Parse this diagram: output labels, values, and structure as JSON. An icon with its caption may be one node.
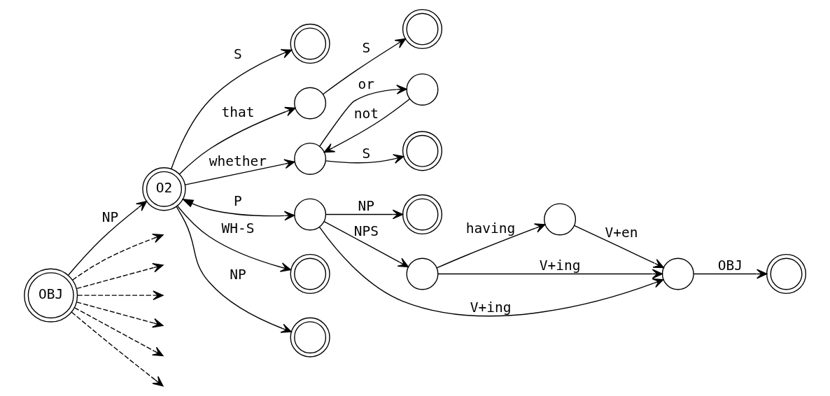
{
  "diagram": {
    "nodes": [
      {
        "text": [
          "OBJ"
        ]
      },
      {
        "text": [
          "O2"
        ]
      },
      {
        "text": [],
        "shape": "doublecircle"
      },
      {
        "text": [],
        "shape": "circle"
      },
      {
        "text": [],
        "shape": "doublecircle"
      },
      {
        "text": [],
        "shape": "circle"
      },
      {
        "text": [],
        "shape": "circle"
      },
      {
        "text": [],
        "shape": "doublecircle"
      },
      {
        "text": [],
        "shape": "circle"
      },
      {
        "text": [],
        "shape": "doublecircle"
      },
      {
        "text": [],
        "shape": "circle"
      },
      {
        "text": [],
        "shape": "circle"
      },
      {
        "text": [],
        "shape": "circle"
      },
      {
        "text": [],
        "shape": "doublecircle"
      },
      {
        "text": [],
        "shape": "doublecircle"
      },
      {
        "text": [],
        "shape": "doublecircle"
      }
    ],
    "edges": [
      {
        "from": 0,
        "to": null,
        "arrow": "to",
        "style": "dashed"
      },
      {
        "from": 0,
        "to": null,
        "arrow": "to",
        "style": "dashed"
      },
      {
        "from": 0,
        "to": null,
        "arrow": "to",
        "style": "dashed"
      },
      {
        "from": 0,
        "to": 1,
        "arrow": "to",
        "label": "NP"
      },
      {
        "from": 0,
        "to": null,
        "arrow": "to",
        "style": "dashed"
      },
      {
        "from": 0,
        "to": null,
        "arrow": "to",
        "style": "dashed"
      },
      {
        "from": 0,
        "to": null,
        "arrow": "to",
        "style": "dashed"
      },
      {
        "from": 1,
        "to": 2,
        "arrow": "to",
        "label": "S"
      },
      {
        "from": 1,
        "to": 3,
        "arrow": "to",
        "label": "that"
      },
      {
        "from": 3,
        "to": 4,
        "arrow": "to",
        "label": "S"
      },
      {
        "from": 1,
        "to": 5,
        "arrow": "to",
        "label": "whether"
      },
      {
        "from": 5,
        "to": 6,
        "arrow": "to",
        "label": "or"
      },
      {
        "from": 6,
        "to": 5,
        "arrow": "to",
        "label": "not"
      },
      {
        "from": 5,
        "to": 7,
        "arrow": "to",
        "label": "S"
      },
      {
        "from": 1,
        "to": 8,
        "arrow": "both",
        "label": "P"
      },
      {
        "from": 8,
        "to": 9,
        "arrow": "to",
        "label": "NP"
      },
      {
        "from": 8,
        "to": 10,
        "arrow": "to",
        "label": "NPS"
      },
      {
        "from": 10,
        "to": 12,
        "arrow": "to",
        "label": "V+ing"
      },
      {
        "from": 10,
        "to": 11,
        "arrow": "to",
        "label": "having"
      },
      {
        "from": 11,
        "to": 12,
        "arrow": "to",
        "label": "V+en"
      },
      {
        "from": 8,
        "to": 12,
        "arrow": "to",
        "label": "V+ing"
      },
      {
        "from": 12,
        "to": 13,
        "arrow": "to",
        "label": "OBJ"
      },
      {
        "from": 1,
        "to": 14,
        "arrow": "to",
        "label": "WH-S"
      },
      {
        "from": 1,
        "to": 15,
        "arrow": "to",
        "label": "NP"
      }
    ]
  }
}
